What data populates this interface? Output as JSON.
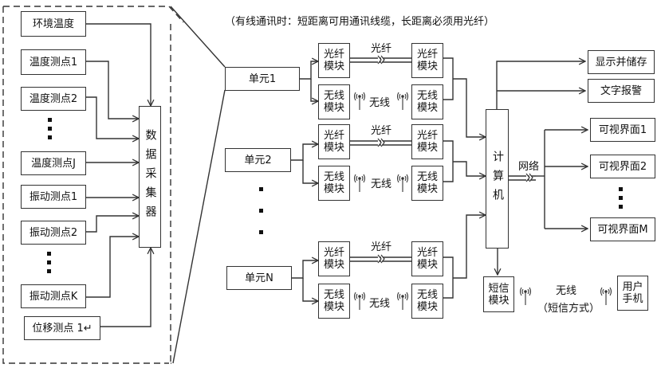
{
  "note": "（有线通讯时：短距离可用通讯线缆，长距离必须用光纤）",
  "sensors": {
    "env_temp": "环境温度",
    "temp_points": [
      "温度测点1",
      "温度测点2",
      "温度测点J"
    ],
    "vib_points": [
      "振动测点1",
      "振动测点2",
      "振动测点K"
    ],
    "disp_point": "位移测点 1↵"
  },
  "collector": "数据采集器",
  "units": [
    "单元1",
    "单元2",
    "单元N"
  ],
  "modules": {
    "fiber": "光纤\n模块",
    "wireless": "无线\n模块"
  },
  "links": {
    "fiber": "光纤",
    "wireless": "无线",
    "network": "网络"
  },
  "computer": "计算机",
  "outputs": [
    "显示并储存",
    "文字报警"
  ],
  "views": [
    "可视界面1",
    "可视界面2",
    "可视界面M"
  ],
  "sms": {
    "module": "短信\n模块",
    "link_line1": "无线",
    "link_line2": "（短信方式）",
    "phone": "用户\n手机"
  },
  "icons": [
    "antenna-icon",
    "break-mark-icon",
    "ellipsis-dots-icon",
    "arrow-icon"
  ]
}
